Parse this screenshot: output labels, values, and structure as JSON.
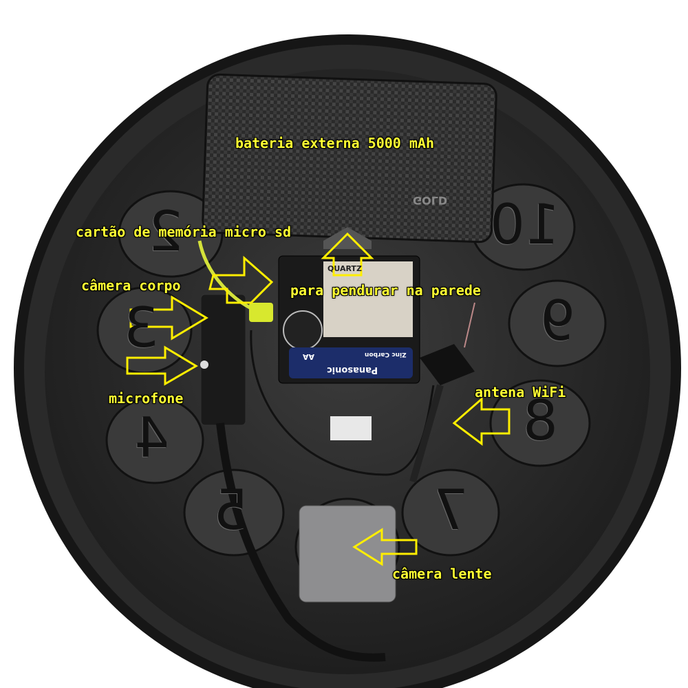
{
  "labels": {
    "battery": "bateria externa 5000 mAh",
    "memory_card": "cartão de memória micro sd",
    "camera_body": "câmera corpo",
    "hanger": "para pendurar na parede",
    "microphone": "microfone",
    "antenna": "antena WiFi",
    "camera_lens": "câmera lente"
  },
  "clock_numbers": [
    "2",
    "3",
    "4",
    "5",
    "7",
    "8",
    "9",
    "10"
  ],
  "device_text": {
    "battery_brand": "GOLD",
    "movement_brand": "QUARTZ",
    "aa_battery_brand": "Panasonic",
    "aa_size": "AA",
    "aa_type": "Zinc Carbon"
  },
  "colors": {
    "annotation": "#ffff33",
    "arrow_outline": "#ffee00"
  }
}
